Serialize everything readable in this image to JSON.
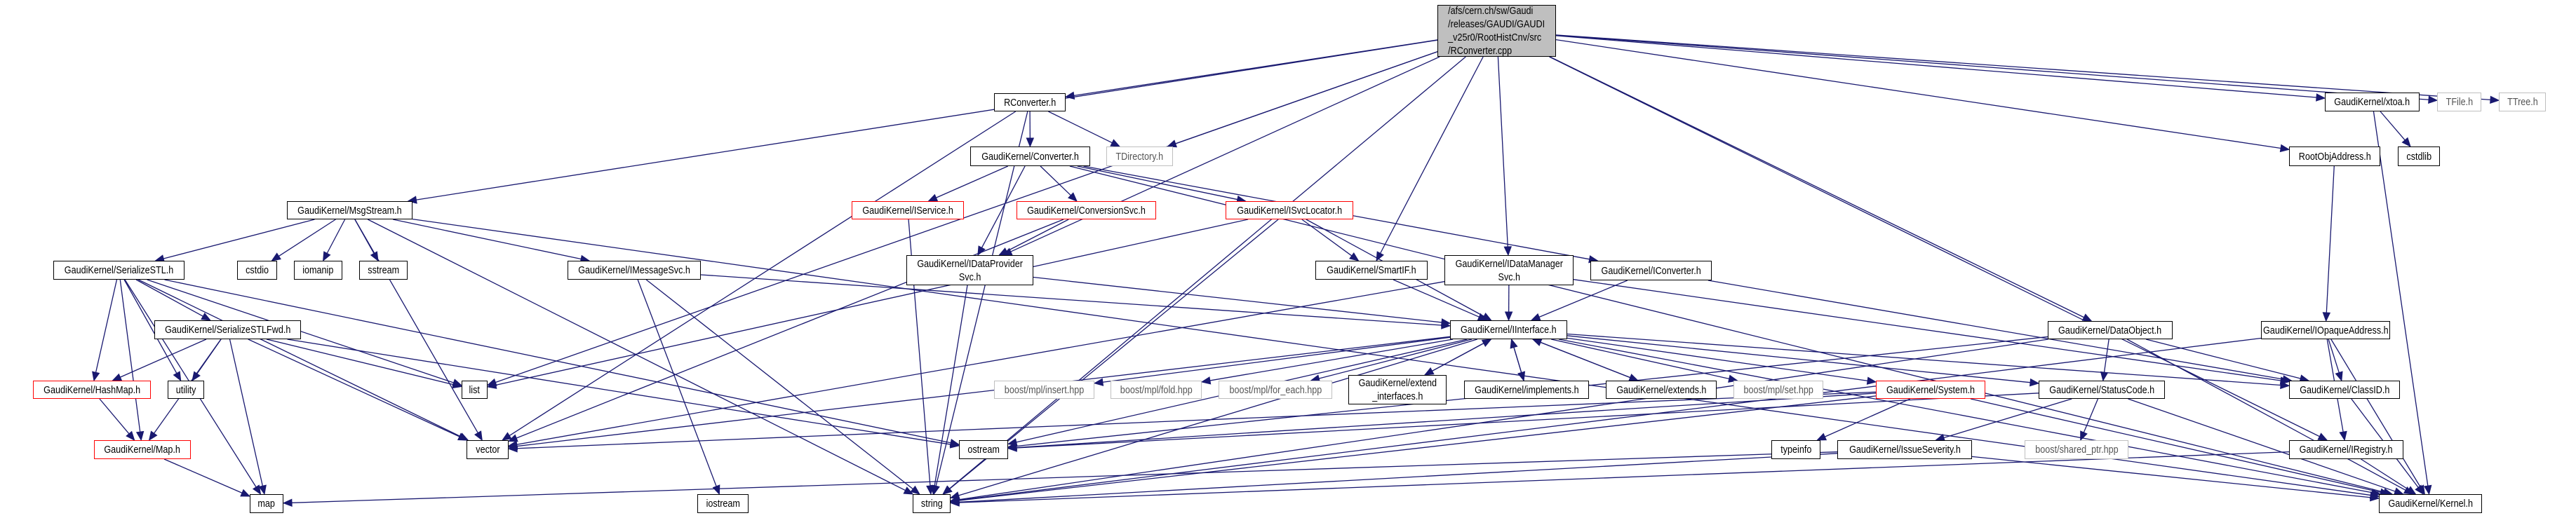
{
  "graph": {
    "edge_color": "#191970",
    "root_fill": "#bfbfbf",
    "missing_border_color": "#bfbfbf",
    "truncated_border_color": "#ff0000"
  },
  "nodes": {
    "root": {
      "label": "/afs/cern.ch/sw/Gaudi\n/releases/GAUDI/GAUDI\n_v25r0/RootHistCnv/src\n/RConverter.cpp",
      "kind": "root"
    },
    "rconv": {
      "label": "RConverter.h",
      "kind": "normal"
    },
    "converter": {
      "label": "GaudiKernel/Converter.h",
      "kind": "normal"
    },
    "tdirectory": {
      "label": "TDirectory.h",
      "kind": "missing"
    },
    "xtoa": {
      "label": "GaudiKernel/xtoa.h",
      "kind": "normal"
    },
    "tfile": {
      "label": "TFile.h",
      "kind": "missing"
    },
    "ttree": {
      "label": "TTree.h",
      "kind": "missing"
    },
    "rootobj": {
      "label": "RootObjAddress.h",
      "kind": "normal"
    },
    "cstdlib": {
      "label": "cstdlib",
      "kind": "normal"
    },
    "msgstream": {
      "label": "GaudiKernel/MsgStream.h",
      "kind": "normal"
    },
    "iservice": {
      "label": "GaudiKernel/IService.h",
      "kind": "truncated"
    },
    "conversionsvc": {
      "label": "GaudiKernel/ConversionSvc.h",
      "kind": "truncated"
    },
    "isvclocator": {
      "label": "GaudiKernel/ISvcLocator.h",
      "kind": "truncated"
    },
    "serializestl": {
      "label": "GaudiKernel/SerializeSTL.h",
      "kind": "normal"
    },
    "cstdio": {
      "label": "cstdio",
      "kind": "normal"
    },
    "iomanip": {
      "label": "iomanip",
      "kind": "normal"
    },
    "sstream": {
      "label": "sstream",
      "kind": "normal"
    },
    "imessagesvc": {
      "label": "GaudiKernel/IMessageSvc.h",
      "kind": "normal"
    },
    "idataprovider": {
      "label": "GaudiKernel/IDataProvider\nSvc.h",
      "kind": "normal"
    },
    "smartif": {
      "label": "GaudiKernel/SmartIF.h",
      "kind": "normal"
    },
    "idatamanager": {
      "label": "GaudiKernel/IDataManager\nSvc.h",
      "kind": "normal"
    },
    "iconverter": {
      "label": "GaudiKernel/IConverter.h",
      "kind": "normal"
    },
    "serializestlfwd": {
      "label": "GaudiKernel/SerializeSTLFwd.h",
      "kind": "normal"
    },
    "iinterface": {
      "label": "GaudiKernel/IInterface.h",
      "kind": "normal"
    },
    "dataobject": {
      "label": "GaudiKernel/DataObject.h",
      "kind": "normal"
    },
    "iopaque": {
      "label": "GaudiKernel/IOpaqueAddress.h",
      "kind": "normal"
    },
    "hashmap": {
      "label": "GaudiKernel/HashMap.h",
      "kind": "truncated"
    },
    "utility": {
      "label": "utility",
      "kind": "normal"
    },
    "list": {
      "label": "list",
      "kind": "normal"
    },
    "insert": {
      "label": "boost/mpl/insert.hpp",
      "kind": "missing"
    },
    "fold": {
      "label": "boost/mpl/fold.hpp",
      "kind": "missing"
    },
    "foreach": {
      "label": "boost/mpl/for_each.hpp",
      "kind": "missing"
    },
    "extendif": {
      "label": "GaudiKernel/extend\n_interfaces.h",
      "kind": "normal"
    },
    "implements": {
      "label": "GaudiKernel/implements.h",
      "kind": "normal"
    },
    "extends": {
      "label": "GaudiKernel/extends.h",
      "kind": "normal"
    },
    "mplset": {
      "label": "boost/mpl/set.hpp",
      "kind": "missing"
    },
    "system": {
      "label": "GaudiKernel/System.h",
      "kind": "truncated"
    },
    "statuscode": {
      "label": "GaudiKernel/StatusCode.h",
      "kind": "normal"
    },
    "classid": {
      "label": "GaudiKernel/ClassID.h",
      "kind": "normal"
    },
    "maph": {
      "label": "GaudiKernel/Map.h",
      "kind": "truncated"
    },
    "vector": {
      "label": "vector",
      "kind": "normal"
    },
    "ostream": {
      "label": "ostream",
      "kind": "normal"
    },
    "typeinfo": {
      "label": "typeinfo",
      "kind": "normal"
    },
    "issueseverity": {
      "label": "GaudiKernel/IssueSeverity.h",
      "kind": "normal"
    },
    "sharedptr": {
      "label": "boost/shared_ptr.hpp",
      "kind": "missing"
    },
    "iregistry": {
      "label": "GaudiKernel/IRegistry.h",
      "kind": "normal"
    },
    "map": {
      "label": "map",
      "kind": "normal"
    },
    "string": {
      "label": "string",
      "kind": "normal"
    },
    "iostream": {
      "label": "iostream",
      "kind": "normal"
    },
    "kernel": {
      "label": "GaudiKernel/Kernel.h",
      "kind": "normal"
    }
  },
  "edges": [
    [
      "root",
      "rconv"
    ],
    [
      "root",
      "tdirectory"
    ],
    [
      "root",
      "msgstream"
    ],
    [
      "root",
      "list"
    ],
    [
      "root",
      "string"
    ],
    [
      "root",
      "idataprovider"
    ],
    [
      "root",
      "smartif"
    ],
    [
      "root",
      "idatamanager"
    ],
    [
      "root",
      "dataobject"
    ],
    [
      "root",
      "xtoa"
    ],
    [
      "root",
      "tfile"
    ],
    [
      "root",
      "ttree"
    ],
    [
      "root",
      "rootobj"
    ],
    [
      "root",
      "iregistry"
    ],
    [
      "rconv",
      "converter"
    ],
    [
      "rconv",
      "tdirectory"
    ],
    [
      "rconv",
      "string"
    ],
    [
      "rconv",
      "vector"
    ],
    [
      "converter",
      "iservice"
    ],
    [
      "converter",
      "conversionsvc"
    ],
    [
      "converter",
      "isvclocator"
    ],
    [
      "converter",
      "idataprovider"
    ],
    [
      "converter",
      "iconverter"
    ],
    [
      "converter",
      "kernel"
    ],
    [
      "msgstream",
      "serializestl"
    ],
    [
      "msgstream",
      "cstdio"
    ],
    [
      "msgstream",
      "iomanip"
    ],
    [
      "msgstream",
      "sstream"
    ],
    [
      "msgstream",
      "imessagesvc"
    ],
    [
      "msgstream",
      "vector"
    ],
    [
      "msgstream",
      "string"
    ],
    [
      "msgstream",
      "kernel"
    ],
    [
      "serializestl",
      "hashmap"
    ],
    [
      "serializestl",
      "utility"
    ],
    [
      "serializestl",
      "serializestlfwd"
    ],
    [
      "serializestl",
      "maph"
    ],
    [
      "serializestl",
      "map"
    ],
    [
      "serializestl",
      "list"
    ],
    [
      "serializestl",
      "vector"
    ],
    [
      "serializestl",
      "ostream"
    ],
    [
      "serializestlfwd",
      "hashmap"
    ],
    [
      "serializestlfwd",
      "utility"
    ],
    [
      "serializestlfwd",
      "maph"
    ],
    [
      "serializestlfwd",
      "map"
    ],
    [
      "serializestlfwd",
      "list"
    ],
    [
      "serializestlfwd",
      "vector"
    ],
    [
      "serializestlfwd",
      "ostream"
    ],
    [
      "hashmap",
      "maph"
    ],
    [
      "maph",
      "map"
    ],
    [
      "imessagesvc",
      "iinterface"
    ],
    [
      "imessagesvc",
      "iostream"
    ],
    [
      "imessagesvc",
      "string"
    ],
    [
      "iservice",
      "string"
    ],
    [
      "conversionsvc",
      "idataprovider"
    ],
    [
      "conversionsvc",
      "vector"
    ],
    [
      "isvclocator",
      "smartif"
    ],
    [
      "isvclocator",
      "iinterface"
    ],
    [
      "isvclocator",
      "string"
    ],
    [
      "isvclocator",
      "list"
    ],
    [
      "idataprovider",
      "iinterface"
    ],
    [
      "idataprovider",
      "string"
    ],
    [
      "smartif",
      "iinterface"
    ],
    [
      "idatamanager",
      "iinterface"
    ],
    [
      "idatamanager",
      "classid"
    ],
    [
      "idatamanager",
      "vector"
    ],
    [
      "iconverter",
      "iinterface"
    ],
    [
      "iconverter",
      "classid"
    ],
    [
      "iinterface",
      "insert"
    ],
    [
      "iinterface",
      "fold"
    ],
    [
      "iinterface",
      "foreach"
    ],
    [
      "iinterface",
      "extendif"
    ],
    [
      "iinterface",
      "implements"
    ],
    [
      "iinterface",
      "extends"
    ],
    [
      "iinterface",
      "mplset"
    ],
    [
      "iinterface",
      "system"
    ],
    [
      "iinterface",
      "statuscode"
    ],
    [
      "iinterface",
      "classid"
    ],
    [
      "iinterface",
      "kernel"
    ],
    [
      "iinterface",
      "ostream"
    ],
    [
      "iinterface",
      "string"
    ],
    [
      "iinterface",
      "vector"
    ],
    [
      "extendif",
      "iinterface"
    ],
    [
      "implements",
      "iinterface"
    ],
    [
      "extends",
      "iinterface"
    ],
    [
      "system",
      "typeinfo"
    ],
    [
      "system",
      "string"
    ],
    [
      "system",
      "vector"
    ],
    [
      "system",
      "kernel"
    ],
    [
      "system",
      "ostream"
    ],
    [
      "dataobject",
      "statuscode"
    ],
    [
      "dataobject",
      "classid"
    ],
    [
      "dataobject",
      "kernel"
    ],
    [
      "dataobject",
      "string"
    ],
    [
      "dataobject",
      "ostream"
    ],
    [
      "statuscode",
      "issueseverity"
    ],
    [
      "statuscode",
      "sharedptr"
    ],
    [
      "statuscode",
      "kernel"
    ],
    [
      "statuscode",
      "ostream"
    ],
    [
      "issueseverity",
      "string"
    ],
    [
      "issueseverity",
      "kernel"
    ],
    [
      "issueseverity",
      "map"
    ],
    [
      "iopaque",
      "classid"
    ],
    [
      "iopaque",
      "kernel"
    ],
    [
      "iopaque",
      "string"
    ],
    [
      "iopaque",
      "iregistry"
    ],
    [
      "rootobj",
      "iopaque"
    ],
    [
      "xtoa",
      "cstdlib"
    ],
    [
      "xtoa",
      "kernel"
    ],
    [
      "classid",
      "kernel"
    ],
    [
      "iregistry",
      "kernel"
    ],
    [
      "iregistry",
      "string"
    ]
  ]
}
